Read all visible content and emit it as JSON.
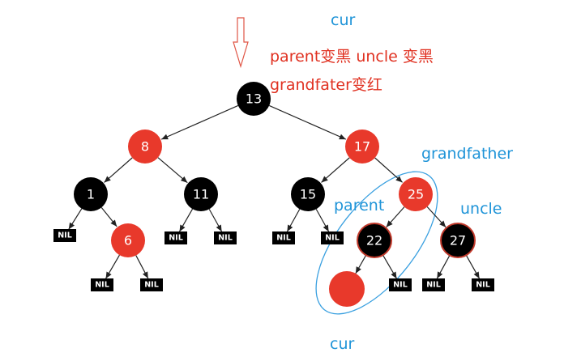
{
  "annotations": {
    "cur_top": "cur",
    "line1": "parent变黑 uncle 变黑",
    "line2": "grandfater变红",
    "grandfather": "grandfather",
    "parent": "parent",
    "uncle": "uncle",
    "cur_bottom": "cur"
  },
  "nodes": [
    {
      "id": "n13",
      "label": "13",
      "color": "black"
    },
    {
      "id": "n8",
      "label": "8",
      "color": "red"
    },
    {
      "id": "n17",
      "label": "17",
      "color": "red"
    },
    {
      "id": "n1",
      "label": "1",
      "color": "black"
    },
    {
      "id": "n11",
      "label": "11",
      "color": "black"
    },
    {
      "id": "n15",
      "label": "15",
      "color": "black"
    },
    {
      "id": "n25",
      "label": "25",
      "color": "red"
    },
    {
      "id": "n6",
      "label": "6",
      "color": "red"
    },
    {
      "id": "n22",
      "label": "22",
      "color": "black"
    },
    {
      "id": "n27",
      "label": "27",
      "color": "black"
    },
    {
      "id": "ncur",
      "label": "",
      "color": "red"
    }
  ],
  "nil_label": "NIL",
  "colors": {
    "red": "#e8392b",
    "black": "#000000",
    "annotation_blue": "#1f94d8",
    "annotation_red": "#e03020"
  }
}
